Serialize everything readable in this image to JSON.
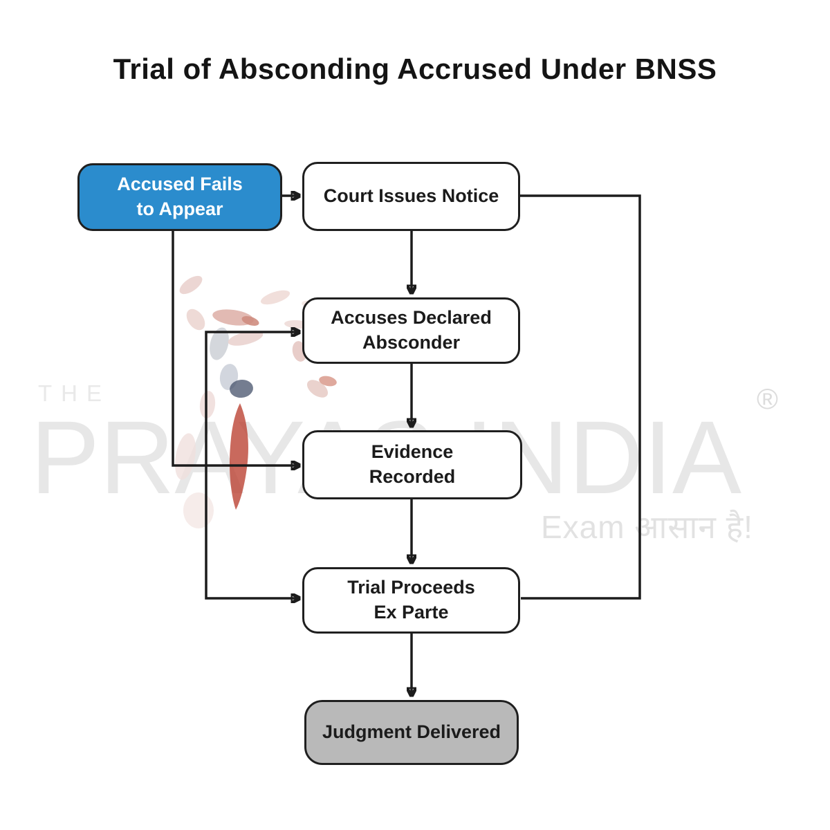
{
  "title": "Trial of Absconding Accrused Under BNSS",
  "flowchart": {
    "nodes": [
      {
        "id": "accused-fails-to-appear",
        "line1": "Accused Fails",
        "line2": "to Appear",
        "fill": "#2b8ccd",
        "text_color": "#ffffff"
      },
      {
        "id": "court-issues-notice",
        "line1": "Court Issues Notice",
        "line2": "",
        "fill": "#ffffff",
        "text_color": "#1b1b1b"
      },
      {
        "id": "accuses-declared-absconder",
        "line1": "Accuses Declared",
        "line2": "Absconder",
        "fill": "#ffffff",
        "text_color": "#1b1b1b"
      },
      {
        "id": "evidence-recorded",
        "line1": "Evidence",
        "line2": "Recorded",
        "fill": "#ffffff",
        "text_color": "#1b1b1b"
      },
      {
        "id": "trial-proceeds-ex-parte",
        "line1": "Trial Proceeds",
        "line2": "Ex Parte",
        "fill": "#ffffff",
        "text_color": "#1b1b1b"
      },
      {
        "id": "judgment-delivered",
        "line1": "Judgment Delivered",
        "line2": "",
        "fill": "#b9b9b9",
        "text_color": "#1b1b1b"
      }
    ],
    "edges": [
      {
        "from": "accused-fails-to-appear",
        "to": "court-issues-notice",
        "arrow": true
      },
      {
        "from": "court-issues-notice",
        "to": "accuses-declared-absconder",
        "arrow": true
      },
      {
        "from": "accuses-declared-absconder",
        "to": "evidence-recorded",
        "arrow": true
      },
      {
        "from": "evidence-recorded",
        "to": "trial-proceeds-ex-parte",
        "arrow": true
      },
      {
        "from": "trial-proceeds-ex-parte",
        "to": "judgment-delivered",
        "arrow": true
      },
      {
        "from": "accused-fails-to-appear",
        "to": "evidence-recorded",
        "arrow": true
      },
      {
        "from": "accused-fails-to-appear",
        "to": "accuses-declared-absconder",
        "arrow": true
      },
      {
        "from": "accused-fails-to-appear",
        "to": "trial-proceeds-ex-parte",
        "arrow": true
      },
      {
        "from": "court-issues-notice",
        "to": "trial-proceeds-ex-parte",
        "arrow": false
      }
    ],
    "line_color": "#1c1c1c",
    "border_color": "#1f1f1f"
  },
  "watermark": {
    "prefix": "THE",
    "brand": "PRAYAS INDIA",
    "registered_mark": "®",
    "tagline": "Exam आसान है!",
    "text_color": "#e7e7e7",
    "logo_colors": {
      "red": "#bc4434",
      "pink": "#ead2ce",
      "gray_blue": "#45526b"
    }
  }
}
